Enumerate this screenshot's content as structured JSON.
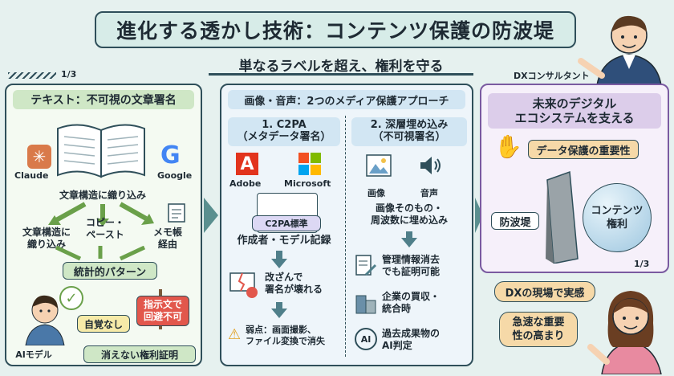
{
  "title": "進化する透かし技術：コンテンツ保護の防波堤",
  "subtitle": "単なるラベルを超え、権利を守る",
  "page_indicator_top": "1/3",
  "page_indicator_right": "1/3",
  "presenter_label": "DXコンサルタント",
  "colors": {
    "accent": "#2f4f5a",
    "green": "#cfe7c6",
    "blue": "#d2e6f3",
    "purple": "#dccdea",
    "orange": "#f6d9a8",
    "red": "#e2574c"
  },
  "text_panel": {
    "heading": "テキスト：不可視の文章署名",
    "logo_claude": "Claude",
    "logo_google": "Google",
    "embed_label": "文章構造に織り込み",
    "branch_left": "文章構造に\n織り込み",
    "branch_mid": "コピー・\nペースト",
    "branch_right": "メモ帳\n経由",
    "stat_pattern": "統計的パターン",
    "ai_model": "AIモデル",
    "unaware": "自覚なし",
    "instruction": "指示文で\n回避不可",
    "persistent": "消えない権利証明"
  },
  "media_panel": {
    "heading": "画像・音声：2つのメディア保護アプローチ",
    "c2pa": {
      "title": "1. C2PA\n（メタデータ署名）",
      "logo_adobe": "Adobe",
      "logo_microsoft": "Microsoft",
      "standard": "C2PA標準",
      "record": "作成者・モデル記録",
      "tamper": "改ざんで\n署名が壊れる",
      "weakness": "弱点：画面撮影、\nファイル変換で消失"
    },
    "deep": {
      "title": "2. 深層埋め込み\n（不可視署名）",
      "image": "画像",
      "audio": "音声",
      "embed": "画像そのもの・\n周波数に埋め込み",
      "proof": "管理情報消去\nでも証明可能",
      "acquisition": "企業の買収・\n統合時",
      "ai_judge": "過去成果物の\nAI判定",
      "ai_badge": "AI"
    }
  },
  "future_panel": {
    "heading": "未来のデジタル\nエコシステムを支える",
    "importance": "データ保護の重要性",
    "breakwater": "防波堤",
    "content_rights": "コンテンツ\n権利"
  },
  "callout": {
    "field": "DXの現場で実感",
    "urgent": "急速な重要\n性の高まり"
  }
}
